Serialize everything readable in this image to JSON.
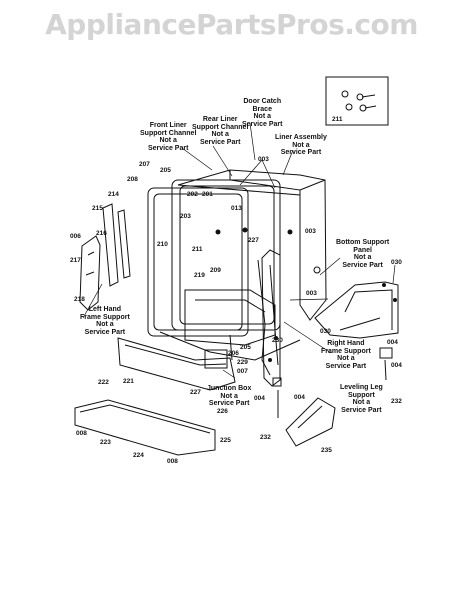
{
  "watermark": "AppliancePartsPros.com",
  "callouts": {
    "door_catch": [
      "Door Catch",
      "Brace",
      "Not a",
      "Service Part"
    ],
    "front_liner": [
      "Front Liner",
      "Support Channel",
      "Not a",
      "Service Part"
    ],
    "rear_liner": [
      "Rear Liner",
      "Support Channel",
      "Not a",
      "Service Part"
    ],
    "liner_assembly": [
      "Liner Assembly",
      "Not a",
      "Service Part"
    ],
    "bottom_support": [
      "Bottom Support",
      "Panel",
      "Not a",
      "Service Part"
    ],
    "left_frame": [
      "Left Hand",
      "Frame Support",
      "Not a",
      "Service Part"
    ],
    "right_frame": [
      "Right Hand",
      "Frame Support",
      "Not a",
      "Service Part"
    ],
    "junction_box": [
      "Junction Box",
      "Not a",
      "Service Part"
    ],
    "leveling_leg": [
      "Leveling Leg",
      "Support",
      "Not a",
      "Service Part"
    ]
  },
  "part_numbers": {
    "p211_inset": "211",
    "p003_a": "003",
    "p003_b": "003",
    "p003_c": "003",
    "p202": "202",
    "p201": "201",
    "p207": "207",
    "p205": "205",
    "p208": "208",
    "p214": "214",
    "p215": "215",
    "p006_a": "006",
    "p216": "216",
    "p217": "217",
    "p218": "218",
    "p203": "203",
    "p210": "210",
    "p211": "211",
    "p227_a": "227",
    "p209": "209",
    "p219": "219",
    "p030_a": "030",
    "p030_b": "030",
    "p230": "230",
    "p206": "206",
    "p205_b": "205",
    "p229": "229",
    "p007": "007",
    "p227_b": "227",
    "p221": "221",
    "p222": "222",
    "p004_a": "004",
    "p004_b": "004",
    "p004_c": "004",
    "p004_d": "004",
    "p226": "226",
    "p232_a": "232",
    "p232_b": "232",
    "p008_a": "008",
    "p008_b": "008",
    "p223": "223",
    "p224": "224",
    "p225": "225",
    "p235": "235",
    "p013": "013"
  }
}
